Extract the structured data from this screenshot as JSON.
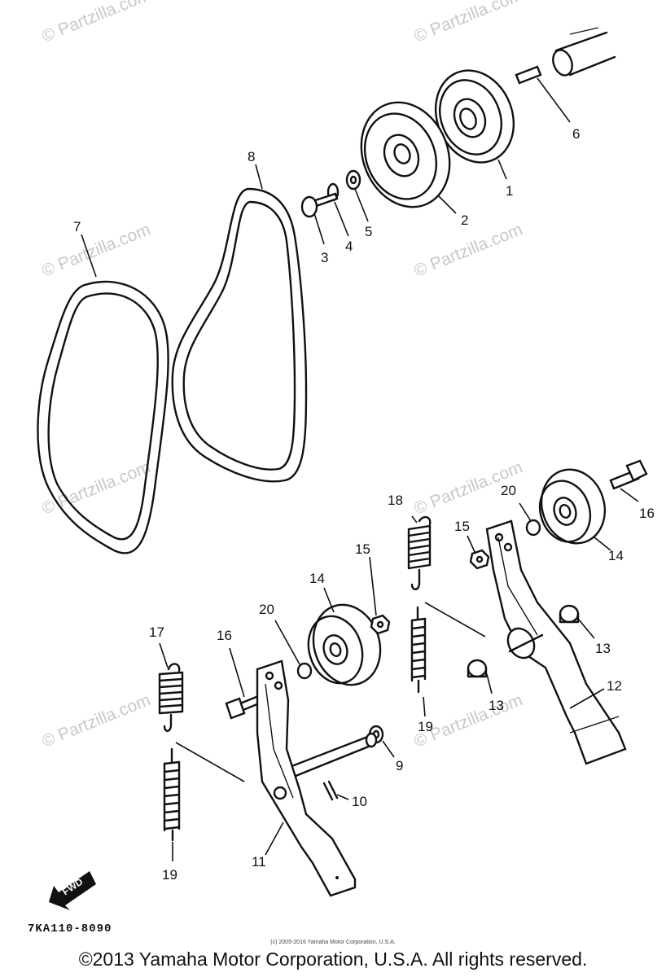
{
  "diagram": {
    "callouts": [
      "1",
      "2",
      "3",
      "4",
      "5",
      "6",
      "7",
      "8",
      "9",
      "10",
      "11",
      "12",
      "13",
      "13",
      "14",
      "14",
      "15",
      "15",
      "16",
      "16",
      "17",
      "18",
      "19",
      "19",
      "20",
      "20"
    ],
    "watermark": "© Partzilla.com",
    "fwd_label": "FWD",
    "diagram_code": "7KA110-8090",
    "small_copyright": "(c) 2005-2016 Yamaha Motor Corporation, U.S.A.",
    "copyright": "©2013 Yamaha Motor Corporation, U.S.A. All rights reserved."
  }
}
